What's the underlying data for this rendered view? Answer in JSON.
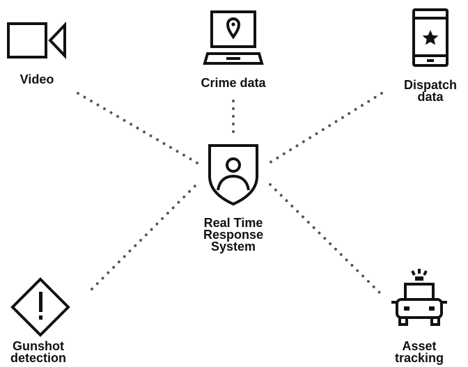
{
  "hub": {
    "label_lines": [
      "Real Time",
      "Response",
      "System"
    ],
    "icon": "shield-person-icon"
  },
  "nodes": [
    {
      "id": "video",
      "label_lines": [
        "Video"
      ],
      "icon": "video-camera-icon"
    },
    {
      "id": "crime-data",
      "label_lines": [
        "Crime data"
      ],
      "icon": "laptop-location-icon"
    },
    {
      "id": "dispatch-data",
      "label_lines": [
        "Dispatch",
        "data"
      ],
      "icon": "mobile-star-icon"
    },
    {
      "id": "gunshot-detection",
      "label_lines": [
        "Gunshot",
        "detection"
      ],
      "icon": "warning-diamond-icon"
    },
    {
      "id": "asset-tracking",
      "label_lines": [
        "Asset",
        "tracking"
      ],
      "icon": "police-car-icon"
    }
  ]
}
